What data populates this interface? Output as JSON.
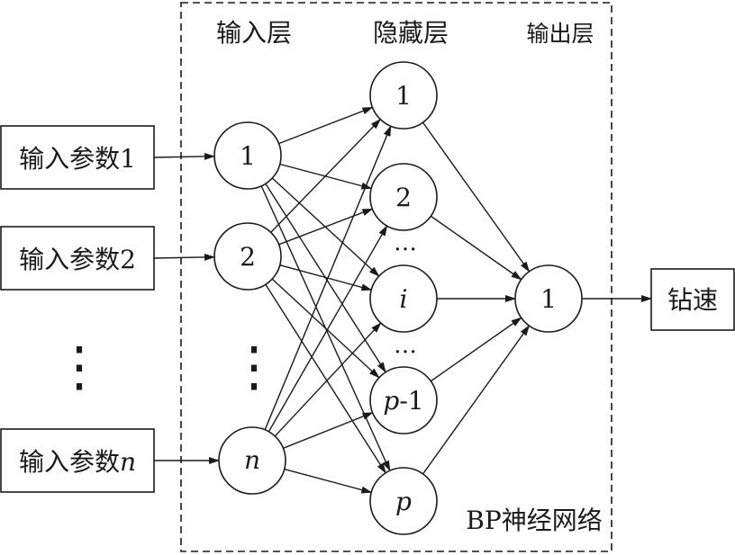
{
  "frame": {
    "caption": "BP神经网络"
  },
  "layers": {
    "input": "输入层",
    "hidden": "隐藏层",
    "output": "输出层"
  },
  "inputs": {
    "box1": "输入参数1",
    "box2": "输入参数2",
    "boxn_text": "输入参数",
    "boxn_var": "n",
    "dots": "⋮"
  },
  "input_nodes": {
    "n1": "1",
    "n2": "2",
    "nn": "n",
    "dots": "⋮"
  },
  "hidden_nodes": {
    "h1": "1",
    "h2": "2",
    "hi": "i",
    "hp1_var": "p",
    "hp1_suffix": "-1",
    "hp": "p",
    "dots1": "…",
    "dots2": "…"
  },
  "output_node": {
    "o1": "1"
  },
  "output": {
    "box": "钻速"
  },
  "colors": {
    "stroke": "#1a1a1a",
    "background": "#ffffff"
  }
}
